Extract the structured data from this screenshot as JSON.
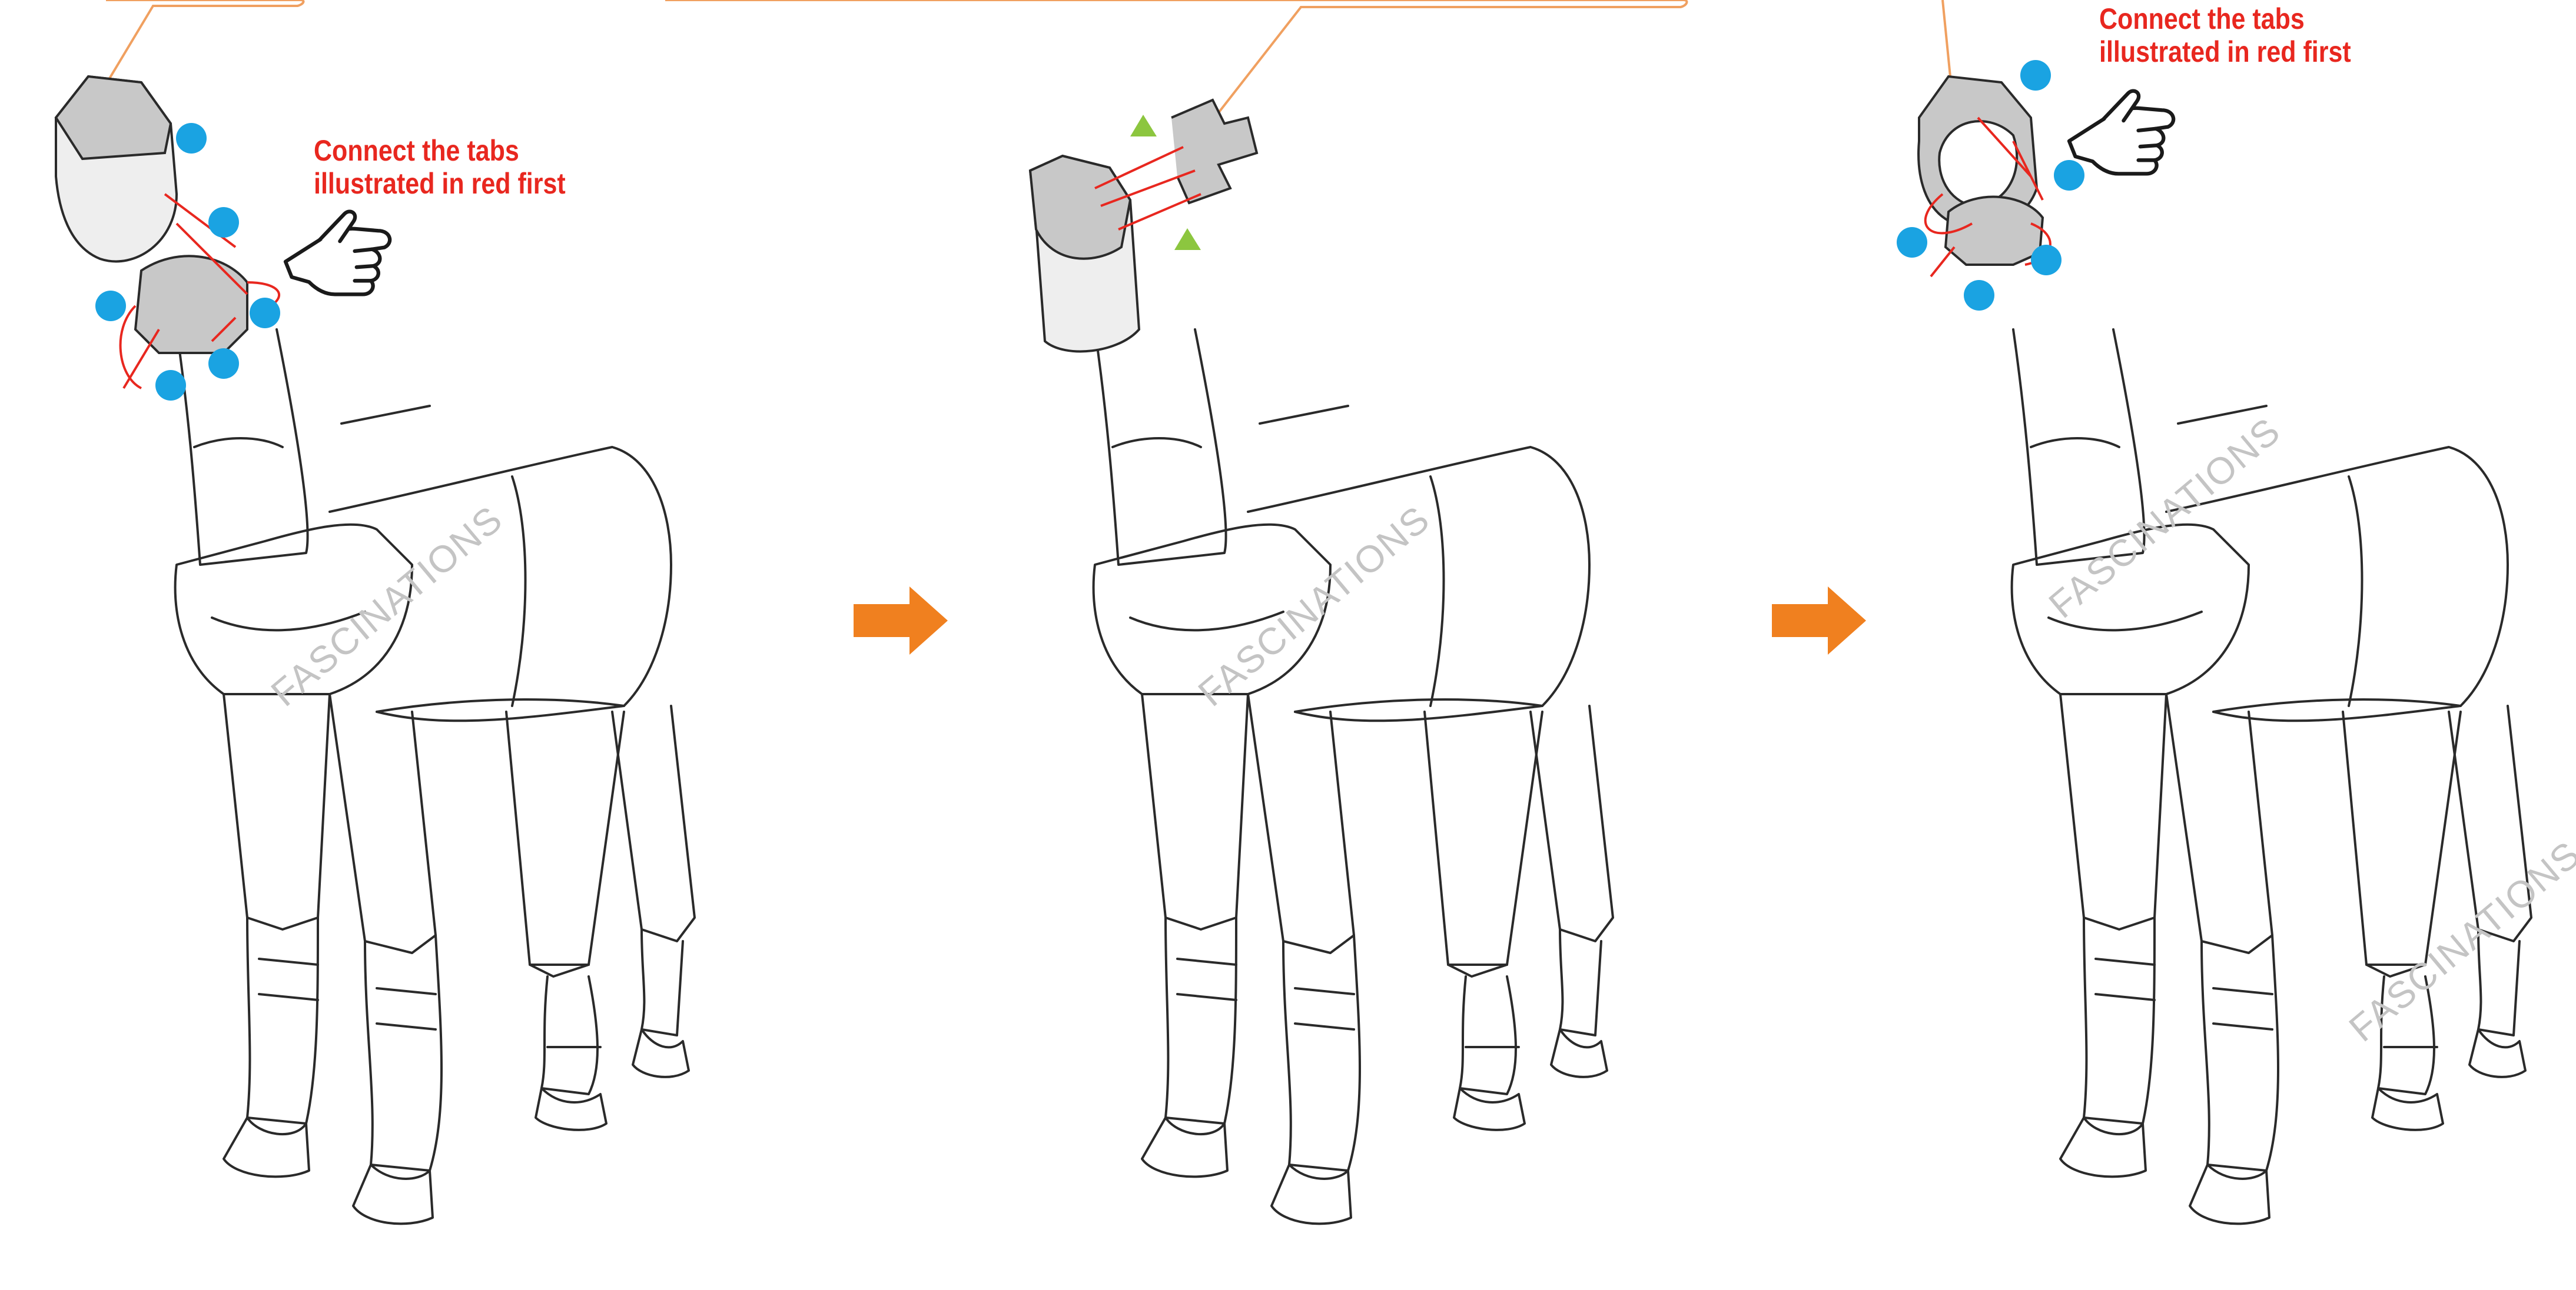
{
  "panels": [
    {
      "id": "step-1",
      "instruction": "Connect the tabs illustrated in red first",
      "watermark": "FASCINATIONS"
    },
    {
      "id": "step-2",
      "watermark": "FASCINATIONS"
    },
    {
      "id": "step-3",
      "instruction": "Connect the tabs illustrated in red first",
      "watermark": "FASCINATIONS"
    }
  ],
  "extra_watermark": "FASCINATIONS",
  "colors": {
    "line": "#2a2a2a",
    "part_fill": "#c8c8c8",
    "tab_dot": "#1aa3e2",
    "tab_arrow": "#e8271f",
    "triangle": "#8cc63f",
    "step_arrow": "#f0801f",
    "callout": "#f0a060",
    "instruction_text": "#e8271f",
    "watermark": "#c4c4c4"
  },
  "icons": [
    "pointing-hand-icon",
    "step-arrow-icon",
    "tab-dot-icon",
    "triangle-marker-icon"
  ]
}
